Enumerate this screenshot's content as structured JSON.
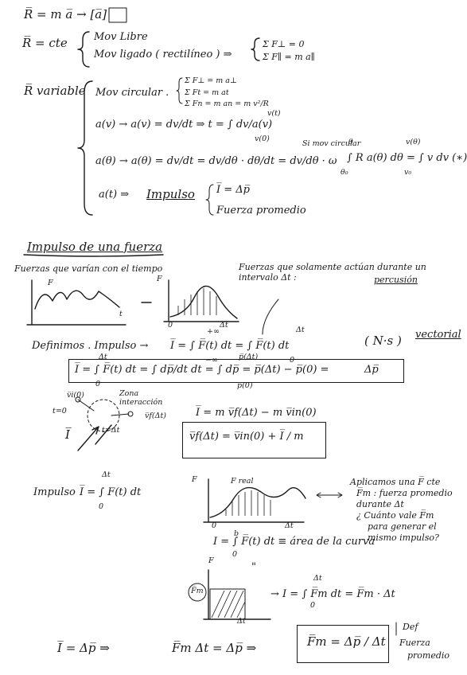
{
  "lines": {
    "l1": "R̅ = m a̅ → [a̅]",
    "l2a": "R̅ = cte",
    "l2b": "Mov Libre",
    "l2c": "Mov ligado ( rectilíneo ) ⇒",
    "l2d": "Σ F⊥ = 0",
    "l2e": "Σ F∥ = m a∥",
    "l3a": "R̅ variable",
    "l3b": "Mov circular .",
    "l3c": "Σ F⊥ = m a⊥",
    "l3d": "Σ Ft = m at",
    "l3e": "Σ Fn = m an = m v²/R",
    "l4a": "a(v) → a(v) = dv/dt ⇒ t = ∫ dv/a(v)",
    "l4b": "v(t)",
    "l4c": "v(0)",
    "l5a": "a(θ) → a(θ) = dv/dt = dv/dθ · dθ/dt = dv/dθ · ω",
    "l5b": "Si mov circular",
    "l5c": "∫ R a(θ) dθ = ∫ v dv   (∗)",
    "l5d": "θ",
    "l5e": "θ₀",
    "l5f": "v(θ)",
    "l5g": "v₀",
    "l6a": "a(t) ⇒",
    "l6b": "Impulso",
    "l6c": "I̅ = Δp̅",
    "l6d": "Fuerza promedio",
    "h1": "Impulso de una fuerza",
    "s1": "Fuerzas que varían con el tiempo",
    "s2": "Fuerzas que solamente actúan durante un intervalo Δt :",
    "s2b": "percusión",
    "F": "F",
    "t": "t",
    "zero": "0",
    "dt": "Δt",
    "def1": "Definimos . Impulso →",
    "def2": "I̅ = ∫ F̅(t) dt = ∫ F̅(t) dt",
    "def2a": "+∞",
    "def2b": "−∞",
    "def2c": "Δt",
    "def2d": "0",
    "ns": "( N·s )",
    "vect": "vectorial",
    "eq1": "I̅ = ∫ F̅(t) dt = ∫ dp̅/dt dt = ∫ dp̅ = p̅(Δt) − p̅(0) =",
    "eq1r": "Δp̅",
    "eq1a": "Δt",
    "eq1b": "0",
    "eq1c": "p̅(Δt)",
    "eq1d": "p̅(0)",
    "vi": "v̅i(0)",
    "zona": "Zona interacción",
    "vf": "v̅f(Δt)",
    "t0": "t=0",
    "tdt": "t=Δt",
    "Ibar": "I̅",
    "eq2": "I̅ = m v̅f(Δt) − m v̅in(0)",
    "eq3": "v̅f(Δt) = v̅in(0) + I̅ / m",
    "imp2": "Impulso",
    "imp2eq": "I̅ = ∫ F(t) dt",
    "imp2a": "Δt",
    "imp2b": "0",
    "freal": "F real",
    "area": "I = ∫ F̅(t) dt ≡ área de la curva",
    "areaa": "b",
    "areab": "0",
    "ap1": "Aplicamos una F̅ cte",
    "ap2": "F̅m : fuerza promedio",
    "ap3": "durante Δt",
    "ap4": "¿ Cuánto vale F̅m",
    "ap5": "para generar el",
    "ap6": "mismo impulso?",
    "ditto": "\"",
    "fm": "F̅m",
    "eq4": "→ I = ∫ F̅m dt = F̅m · Δt",
    "eq4a": "Δt",
    "eq4b": "0",
    "f1": "I̅ = Δp̅ ⇒",
    "f2": "F̅m Δt = Δp̅ ⇒",
    "f3": "F̅m = Δp̅ / Δt",
    "defn": "Def",
    "defn2": "Fuerza",
    "defn3": "promedio"
  }
}
